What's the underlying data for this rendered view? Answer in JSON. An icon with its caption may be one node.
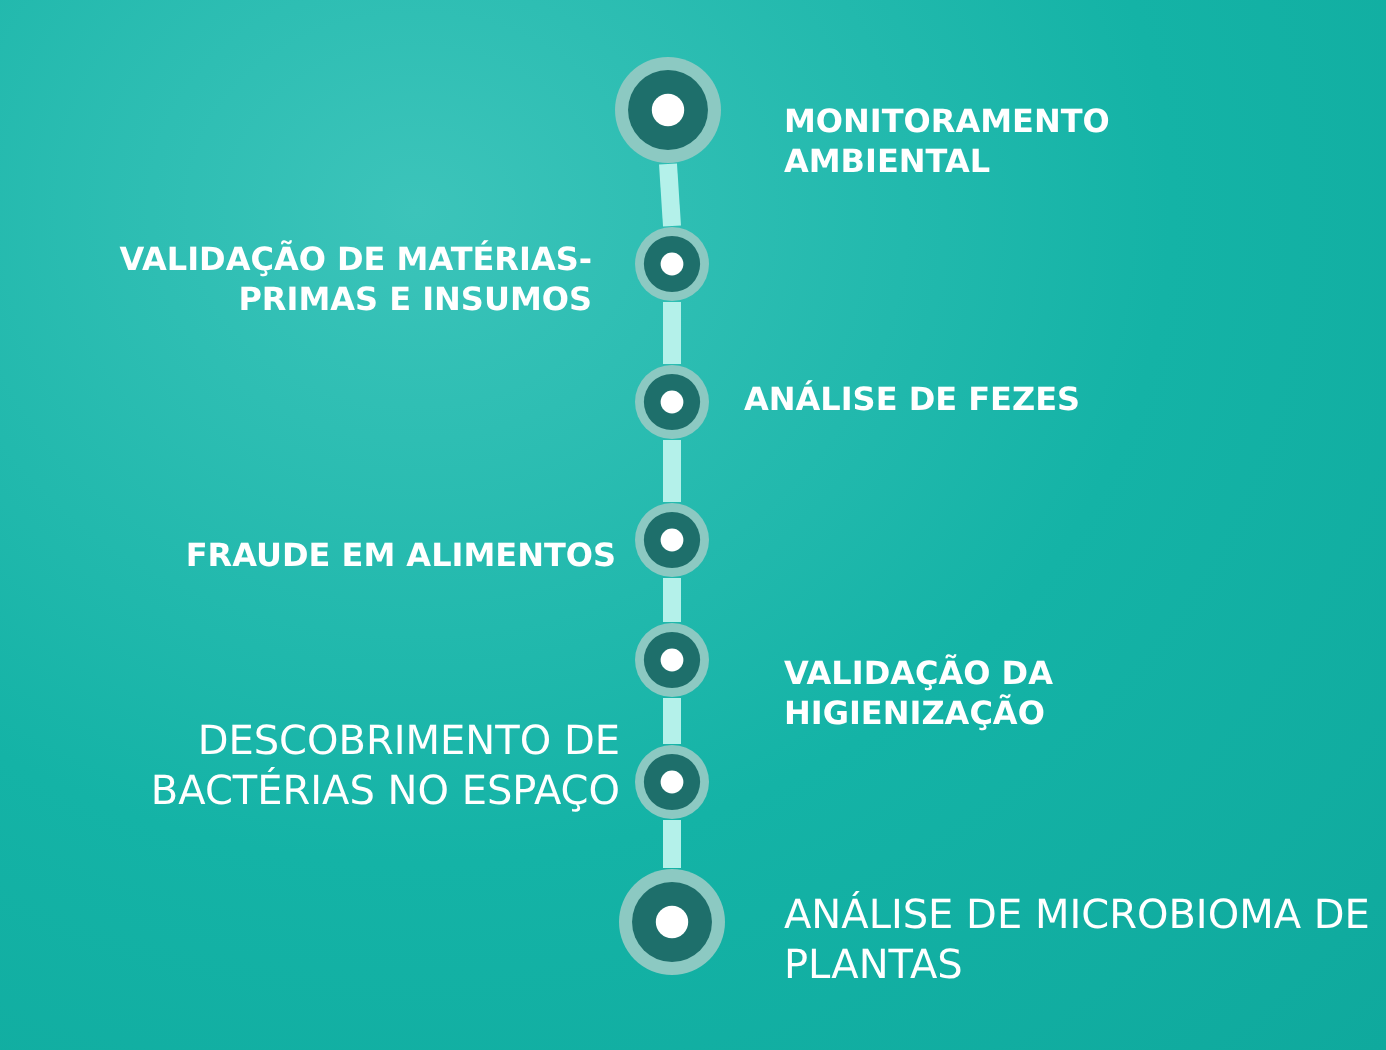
{
  "diagram": {
    "nodes": [
      {
        "text": [],
        "shape": "circle",
        "beside": [
          "MONITORAMENTO AMBIENTAL"
        ]
      },
      {
        "text": [],
        "shape": "circle",
        "beside": [
          "VALIDAÇÃO DE MATÉRIAS-PRIMAS E INSUMOS"
        ]
      },
      {
        "text": [],
        "shape": "circle",
        "beside": [
          "ANÁLISE DE FEZES"
        ]
      },
      {
        "text": [],
        "shape": "circle",
        "beside": [
          "FRAUDE EM ALIMENTOS"
        ]
      },
      {
        "text": [],
        "shape": "circle",
        "beside": [
          "VALIDAÇÃO DA HIGIENIZAÇÃO"
        ]
      },
      {
        "text": [],
        "shape": "circle",
        "beside": [
          "DESCOBRIMENTO DE BACTÉRIAS NO ESPAÇO"
        ]
      },
      {
        "text": [],
        "shape": "circle",
        "beside": [
          "ANÁLISE DE MICROBIOMA DE PLANTAS"
        ]
      }
    ],
    "edges": [
      {
        "from": 0,
        "to": 1,
        "arrow": "none"
      },
      {
        "from": 1,
        "to": 2,
        "arrow": "none"
      },
      {
        "from": 2,
        "to": 3,
        "arrow": "none"
      },
      {
        "from": 3,
        "to": 4,
        "arrow": "none"
      },
      {
        "from": 4,
        "to": 5,
        "arrow": "none"
      },
      {
        "from": 5,
        "to": 6,
        "arrow": "none"
      }
    ]
  }
}
